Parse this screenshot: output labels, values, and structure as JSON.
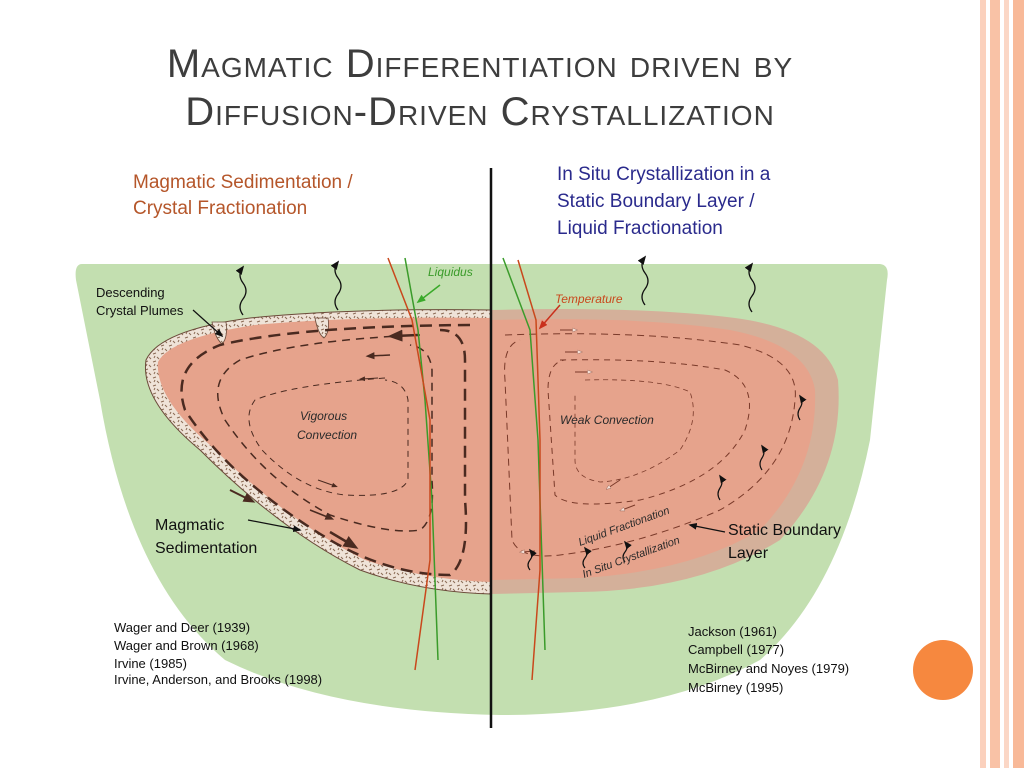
{
  "slide": {
    "title_line1": "Magmatic Differentiation driven by",
    "title_line2": "Diffusion-Driven Crystallization"
  },
  "left_panel": {
    "heading_line1": "Magmatic Sedimentation /",
    "heading_line2": "Crystal Fractionation",
    "plumes_line1": "Descending",
    "plumes_line2": "Crystal Plumes",
    "convection_line1": "Vigorous",
    "convection_line2": "Convection",
    "sedimentation_line1": "Magmatic",
    "sedimentation_line2": "Sedimentation",
    "references": [
      "Wager and Deer (1939)",
      "Wager and Brown (1968)",
      "Irvine (1985)",
      "Irvine, Anderson, and Brooks (1998)"
    ]
  },
  "right_panel": {
    "heading_line1": "In Situ Crystallization in a",
    "heading_line2": "Static Boundary Layer /",
    "heading_line3": "Liquid Fractionation",
    "convection_label": "Weak Convection",
    "liquid_fractionation": "Liquid Fractionation",
    "in_situ_crystallization": "In Situ Crystallization",
    "boundary_line1": "Static Boundary",
    "boundary_line2": "Layer",
    "references": [
      "Jackson (1961)",
      "Campbell (1977)",
      "McBirney and Noyes (1979)",
      "McBirney (1995)"
    ]
  },
  "curves": {
    "liquidus": "Liquidus",
    "temperature": "Temperature"
  },
  "colors": {
    "left_heading": "#b5562a",
    "right_heading": "#2a2a8c",
    "country_rock": "#c3dfb0",
    "magma": "#e6a38c",
    "boundary_layer": "#d4b09a",
    "liquidus_line": "#3a9b2a",
    "temperature_line": "#c9481c",
    "accent_dot": "#f6883f"
  }
}
